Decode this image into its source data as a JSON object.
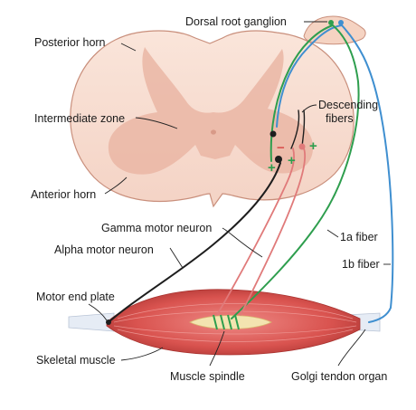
{
  "labels": {
    "dorsal_root_ganglion": "Dorsal root ganglion",
    "posterior_horn": "Posterior horn",
    "intermediate_zone": "Intermediate zone",
    "anterior_horn": "Anterior horn",
    "descending_fibers_line1": "Descending",
    "descending_fibers_line2": "fibers",
    "gamma_motor_neuron": "Gamma motor neuron",
    "alpha_motor_neuron": "Alpha motor neuron",
    "fiber_1a": "1a fiber",
    "fiber_1b": "1b fiber",
    "motor_end_plate": "Motor end plate",
    "skeletal_muscle": "Skeletal muscle",
    "muscle_spindle": "Muscle spindle",
    "golgi_tendon_organ": "Golgi tendon organ"
  },
  "synapse_signs": {
    "plus": "+",
    "minus": "−"
  },
  "colors": {
    "cord_white_matter": "#f7dcd0",
    "cord_gray_matter": "#eab6a4",
    "cord_outline": "#c98f7c",
    "alpha_fiber": "#1e1e1e",
    "gamma_fiber": "#e07a7a",
    "fiber_1a": "#2e9e4e",
    "fiber_1b": "#3f8fd0",
    "muscle": "#d9534f",
    "tendon": "#e6ecf5",
    "spindle": "#f3e4b0"
  }
}
